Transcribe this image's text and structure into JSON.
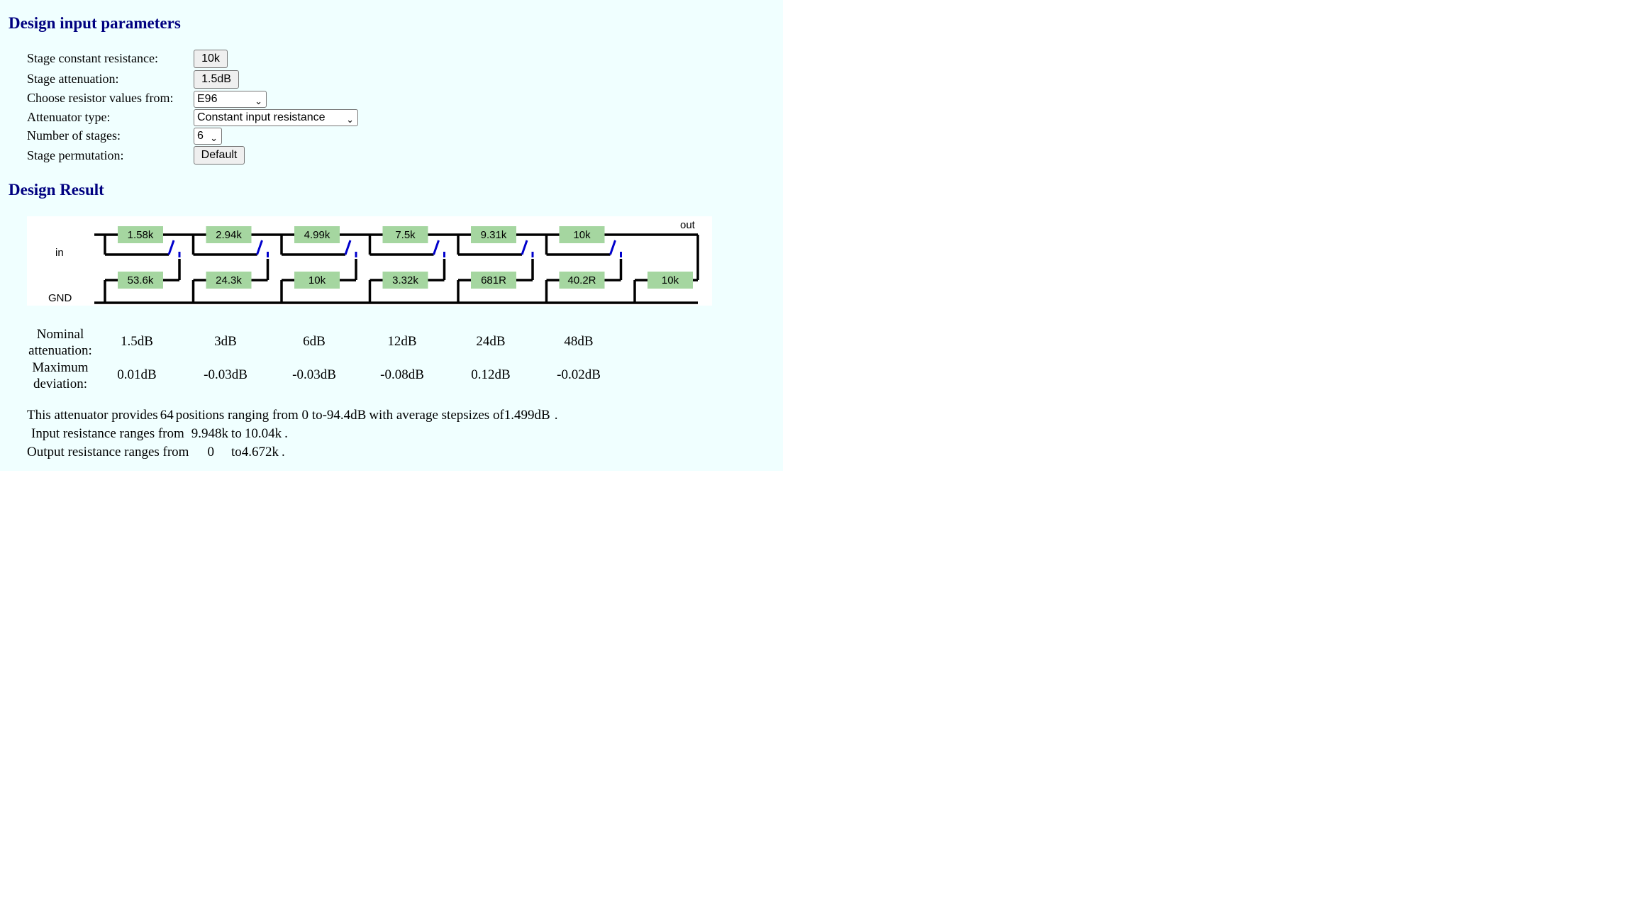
{
  "headings": {
    "inputs": "Design input parameters",
    "result": "Design Result"
  },
  "params": {
    "resistance_label": "Stage constant resistance:",
    "resistance_value": "10k",
    "attenuation_label": "Stage attenuation:",
    "attenuation_value": "1.5dB",
    "series_label": "Choose resistor values from:",
    "series_value": "E96",
    "type_label": "Attenuator type:",
    "type_value": "Constant input resistance",
    "stages_label": "Number of stages:",
    "stages_value": "6",
    "permutation_label": "Stage permutation:",
    "permutation_value": "Default"
  },
  "circuit": {
    "in_label": "in",
    "gnd_label": "GND",
    "out_label": "out",
    "series_resistors": [
      "1.58k",
      "2.94k",
      "4.99k",
      "7.5k",
      "9.31k",
      "10k"
    ],
    "shunt_resistors": [
      "53.6k",
      "24.3k",
      "10k",
      "3.32k",
      "681R",
      "40.2R",
      "10k"
    ],
    "wire_color": "#000000",
    "switch_color": "#0000cc",
    "resistor_color": "#a5d6a0"
  },
  "table": {
    "nominal_label_1": "Nominal",
    "nominal_label_2": "attenuation:",
    "nominal": [
      "1.5dB",
      "3dB",
      "6dB",
      "12dB",
      "24dB",
      "48dB"
    ],
    "deviation_label_1": "Maximum",
    "deviation_label_2": "deviation:",
    "deviation": [
      "0.01dB",
      "-0.03dB",
      "-0.03dB",
      "-0.08dB",
      "0.12dB",
      "-0.02dB"
    ]
  },
  "summary": {
    "l1_a": "This attenuator provides",
    "l1_positions": "64",
    "l1_b": "positions ranging from 0 to",
    "l1_range": "-94.4dB",
    "l1_c": "with average stepsizes of",
    "l1_step": "1.499dB",
    "l1_d": ".",
    "l2_a": "Input resistance ranges from",
    "l2_min": "9.948k",
    "l2_b": "to",
    "l2_max": "10.04k",
    "l2_c": ".",
    "l3_a": "Output resistance ranges from",
    "l3_min": "0",
    "l3_b": "to",
    "l3_max": "4.672k",
    "l3_c": "."
  }
}
